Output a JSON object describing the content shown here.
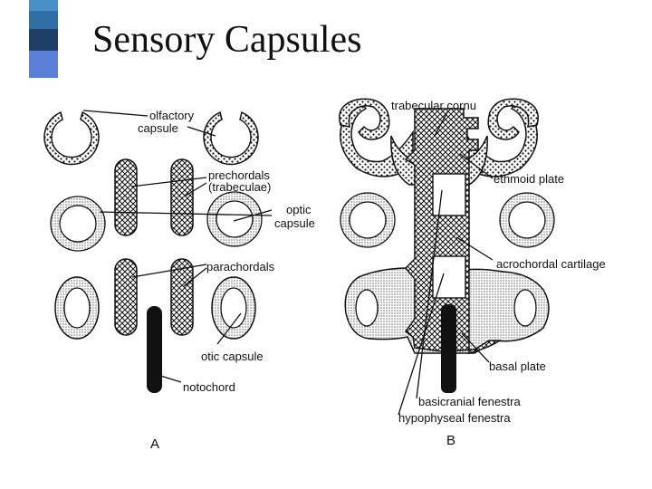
{
  "slide": {
    "title": "Sensory Capsules",
    "accent_colors": [
      "#4a90c8",
      "#2f6fa6",
      "#1e3f66",
      "#5b7fd6"
    ]
  },
  "figure": {
    "panel_a": {
      "letter": "A",
      "labels": {
        "olfactory_1": "olfactory",
        "olfactory_2": "capsule",
        "prechordals_1": "prechordals",
        "prechordals_2": "(trabeculae)",
        "optic_1": "optic",
        "optic_2": "capsule",
        "parachordals": "parachordals",
        "otic": "otic capsule",
        "notochord": "notochord"
      }
    },
    "panel_b": {
      "letter": "B",
      "labels": {
        "trabecular_cornu": "trabecular cornu",
        "ethmoid_plate": "ethmoid plate",
        "acrochordal": "acrochordal cartilage",
        "basal_plate": "basal plate",
        "basicranial": "basicranial fenestra",
        "hypophyseal": "hypophyseal fenestra"
      }
    }
  }
}
